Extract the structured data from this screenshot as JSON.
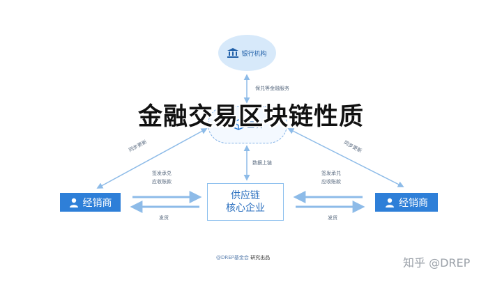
{
  "nodes": {
    "bank": "银行机构",
    "chain_partial": "区块",
    "core_line1": "供应链",
    "core_line2": "核心企业",
    "dealer_left": "经销商",
    "dealer_right": "经销商"
  },
  "edge_labels": {
    "financial_service": "保兑等金融服务",
    "data_on_chain": "数据上链",
    "sync_update_left": "同步更新",
    "sync_update_right": "同步更新",
    "sign_left_1": "签发承兑",
    "sign_left_2": "应收账款",
    "sign_right_1": "签发承兑",
    "sign_right_2": "应收账款",
    "ship_left": "发货",
    "ship_right": "发货"
  },
  "title": "金融交易区块链性质",
  "footer": {
    "org": "@DREP基金会",
    "suffix": "研究出品"
  },
  "watermark": "知乎 @DREP",
  "colors": {
    "primary": "#2e7fd8",
    "light": "#d7e9fa",
    "arrow": "#8dbbe8"
  }
}
